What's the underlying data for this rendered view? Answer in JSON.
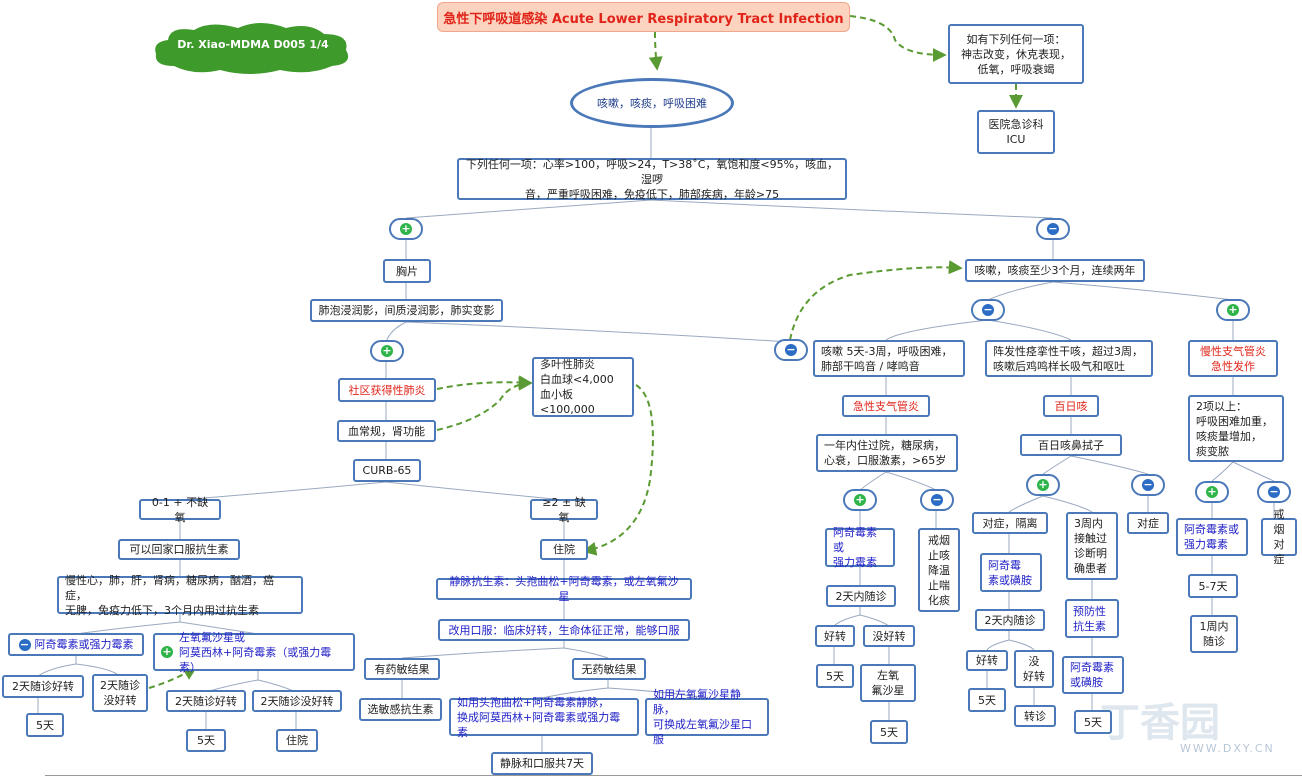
{
  "cloud_label": "Dr. Xiao-MDMA D005 1/4",
  "title": "急性下呼吸道感染 Acute Lower Respiratory Tract Infection",
  "symptom": "咳嗽，咳痰，呼吸困难",
  "severe_condition": "如有下列任何一项：\n神志改变，休克表现，\n低氧，呼吸衰竭",
  "icu": "医院急诊科\nICU",
  "criteria": "下列任何一项：心率>100，呼吸>24，T>38˚C，氧饱和度<95%，咳血，湿啰\n音，严重呼吸困难，免疫低下，肺部疾病，年龄>75",
  "chest_xray": "胸片",
  "xray_findings": "肺泡浸润影，间质浸润影，肺实变影",
  "cap": "社区获得性肺炎",
  "multilobar": "多叶性肺炎\n白血球<4,000\n血小板<100,000",
  "blood_tests": "血常规，肾功能",
  "curb65": "CURB-65",
  "low_risk": "0-1 + 不缺氧",
  "high_risk": "≥2 ± 缺氧",
  "home_oral": "可以回家口服抗生素",
  "comorbid": "慢性心，肺，肝，肾病，糖尿病，酗酒，癌症，\n无脾，免疫力低下，3个月内用过抗生素",
  "azithro": "阿奇霉素或强力霉素",
  "levo_combo": "左氧氟沙星或\n阿莫西林+阿奇霉素（或强力霉素）",
  "d2_better": "2天随诊好转",
  "d2_notbetter": "2天随诊\n没好转",
  "d2_better_b": "2天随诊好转",
  "d2_notbetter_b": "2天随诊没好转",
  "five_days_a": "5天",
  "five_days_b": "5天",
  "hospitalize_a": "住院",
  "hospitalize": "住院",
  "iv_abx": "静脉抗生素：头孢曲松+阿奇霉素，或左氧氟沙星",
  "switch_oral": "改用口服：临床好转，生命体征正常，能够口服",
  "sensitive": "有药敏结果",
  "no_sensitive": "无药敏结果",
  "choose_sensitive": "选敏感抗生素",
  "ceftriaxone_switch": "如用头孢曲松+阿奇霉素静脉，\n换成阿莫西林+阿奇霉素或强力霉素",
  "levo_switch": "如用左氧氟沙星静脉，\n可换成左氧氟沙星口服",
  "total_7d": "静脉和口服共7天",
  "cough_2y": "咳嗽，咳痰至少3个月，连续两年",
  "cough_5d": "咳嗽 5天-3周，呼吸困难，\n肺部干鸣音 / 哮鸣音",
  "acute_bronchitis": "急性支气管炎",
  "risk_factors": "一年内住过院，糖尿病，\n心衰，口服激素，>65岁",
  "bron_azithro": "阿奇霉素或\n强力霉素",
  "quit_smoke": "戒烟\n止咳\n降温\n止喘\n化痰",
  "bron_2d": "2天内随诊",
  "bron_better": "好转",
  "bron_notbetter": "没好转",
  "bron_5d": "5天",
  "bron_levo": "左氧\n氟沙星",
  "bron_levo_5d": "5天",
  "paroxysmal": "阵发性痉挛性干咳，超过3周，\n咳嗽后鸡鸣样长吸气和呕吐",
  "pertussis": "百日咳",
  "nasal_swab": "百日咳鼻拭子",
  "symptomatic": "对症，隔离",
  "contact": "3周内\n接触过\n诊断明\n确患者",
  "symptomatic_b": "对症",
  "pert_azithro": "阿奇霉\n素或磺胺",
  "pert_2d": "2天内随诊",
  "prophylactic": "预防性\n抗生素",
  "pert_better": "好转",
  "pert_notbetter": "没\n好转",
  "pert_azithro_b": "阿奇霉素\n或磺胺",
  "pert_5d": "5天",
  "pert_transfer": "转诊",
  "pert_5d_b": "5天",
  "copd": "慢性支气管炎\n急性发作",
  "copd_criteria": "2项以上：\n呼吸困难加重，\n咳痰量增加，\n痰变脓",
  "copd_azithro": "阿奇霉素或\n强力霉素",
  "copd_quit": "戒烟\n对症",
  "copd_57": "5-7天",
  "copd_1w": "1周内\n随诊",
  "watermark": "丁香园",
  "watermark_url": "WWW.DXY.CN",
  "colors": {
    "node_border": "#4a78b8",
    "red": "#e0241a",
    "blue": "#2222c8",
    "plus": "#2fb44a",
    "minus": "#2b6cc4",
    "arrow": "#5a9a32"
  }
}
